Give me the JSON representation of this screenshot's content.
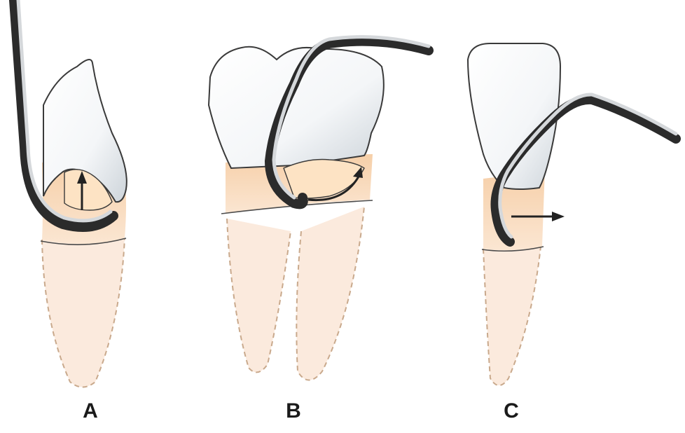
{
  "panels": [
    {
      "id": "a",
      "label": "A"
    },
    {
      "id": "b",
      "label": "B"
    },
    {
      "id": "c",
      "label": "C"
    }
  ],
  "colors": {
    "enamel": "#ffffff",
    "enamel_shade": "#cfd6dc",
    "gingiva": "#f8dcc0",
    "root": "#fbeadd",
    "root_outline": "#c9a98c",
    "outline": "#3a3a3a",
    "instrument_dark": "#2b2b2b",
    "instrument_light": "#bfc3c7",
    "arrow": "#222222"
  }
}
